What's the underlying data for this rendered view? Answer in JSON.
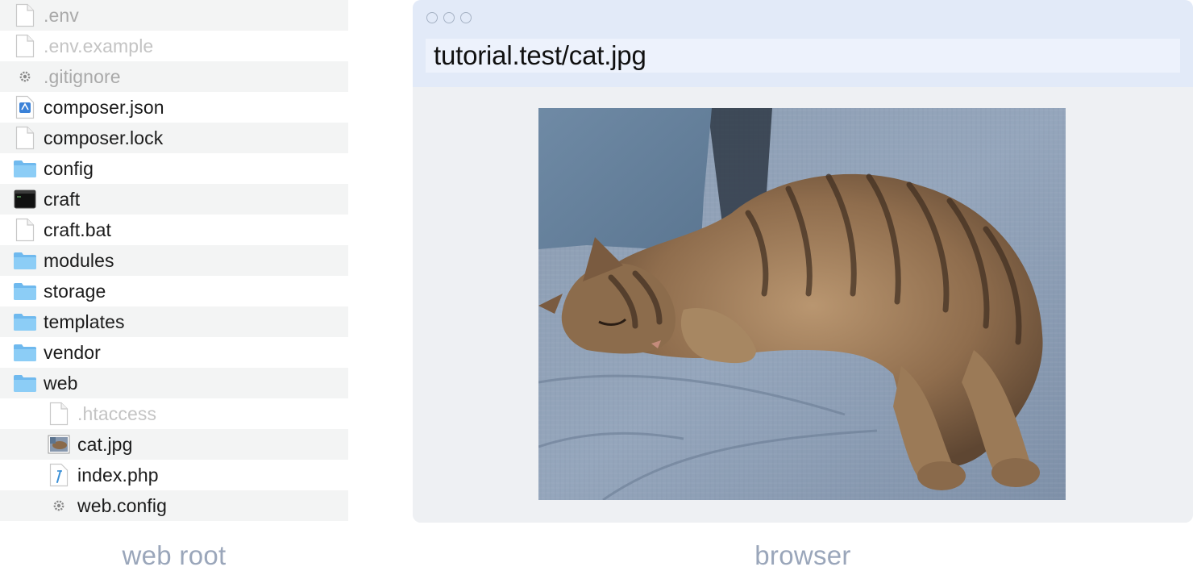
{
  "file_tree": {
    "items": [
      {
        "name": ".env",
        "icon": "document-icon",
        "style": "dim"
      },
      {
        "name": ".env.example",
        "icon": "document-icon",
        "style": "faint"
      },
      {
        "name": ".gitignore",
        "icon": "gear-file-icon",
        "style": "dim"
      },
      {
        "name": "composer.json",
        "icon": "json-file-icon",
        "style": "normal"
      },
      {
        "name": "composer.lock",
        "icon": "document-icon",
        "style": "normal"
      },
      {
        "name": "config",
        "icon": "folder-icon",
        "style": "normal"
      },
      {
        "name": "craft",
        "icon": "terminal-icon",
        "style": "normal"
      },
      {
        "name": "craft.bat",
        "icon": "document-icon",
        "style": "normal"
      },
      {
        "name": "modules",
        "icon": "folder-icon",
        "style": "normal"
      },
      {
        "name": "storage",
        "icon": "folder-icon",
        "style": "normal"
      },
      {
        "name": "templates",
        "icon": "folder-icon",
        "style": "normal"
      },
      {
        "name": "vendor",
        "icon": "folder-icon",
        "style": "normal"
      },
      {
        "name": "web",
        "icon": "folder-icon",
        "style": "normal"
      },
      {
        "name": ".htaccess",
        "icon": "document-icon",
        "style": "faint",
        "indent": 1
      },
      {
        "name": "cat.jpg",
        "icon": "image-thumbnail-icon",
        "style": "normal",
        "indent": 1
      },
      {
        "name": "index.php",
        "icon": "php-file-icon",
        "style": "normal",
        "indent": 1
      },
      {
        "name": "web.config",
        "icon": "gear-file-icon",
        "style": "normal",
        "indent": 1
      }
    ]
  },
  "browser": {
    "url": "tutorial.test/cat.jpg"
  },
  "captions": {
    "left": "web root",
    "right": "browser"
  },
  "colors": {
    "folder": "#7cc3f4",
    "caption": "#9aa6ba",
    "browser_bar": "#e2eaf8",
    "row_stripe": "#f3f4f4"
  }
}
